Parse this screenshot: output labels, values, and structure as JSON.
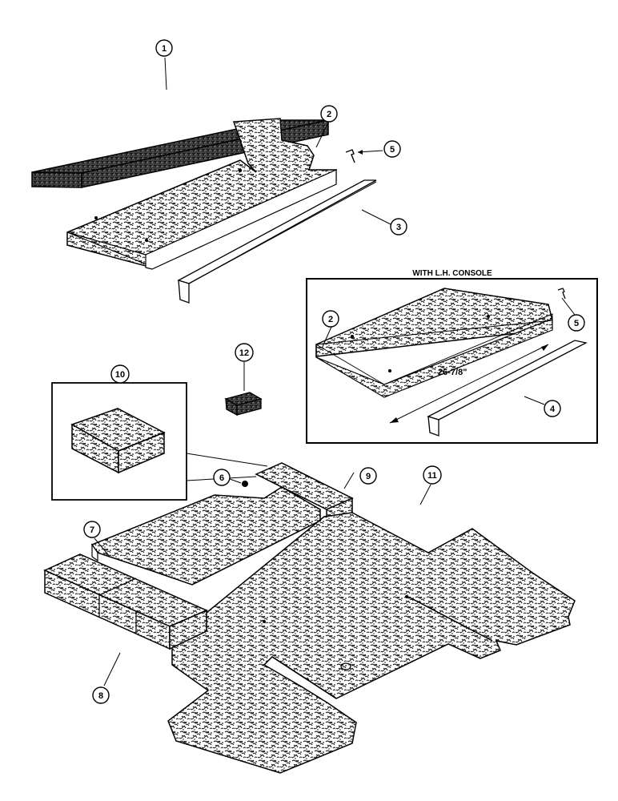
{
  "inset_heading": "WITH L.H. CONSOLE",
  "dimension_label": "26-7/8\"",
  "callouts": {
    "c1": "1",
    "c2": "2",
    "c3": "3",
    "c4": "4",
    "c5": "5",
    "c6": "6",
    "c7": "7",
    "c8": "8",
    "c9": "9",
    "c10": "10",
    "c11": "11",
    "c12": "12",
    "c2_inset": "2",
    "c5_inset": "5"
  },
  "colors": {
    "line": "#000000",
    "part_fill": "#ffffff",
    "texture": "#1a1a1a"
  }
}
